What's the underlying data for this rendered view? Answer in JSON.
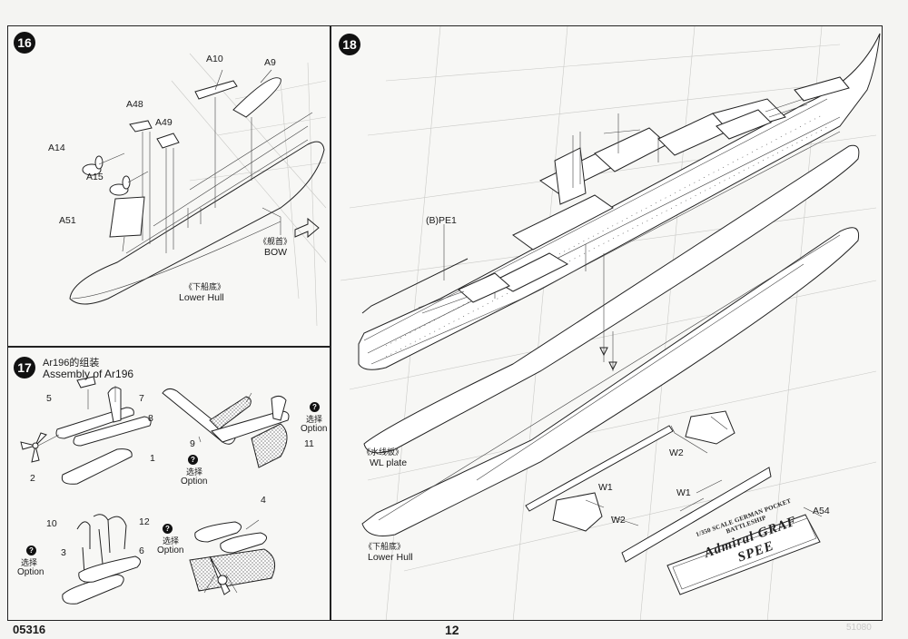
{
  "footer": {
    "kit_number": "05316",
    "page_number": "12",
    "faint_code": "51080"
  },
  "step16": {
    "number": "16",
    "parts": [
      "A10",
      "A9",
      "A48",
      "A49",
      "A14",
      "A15",
      "A51"
    ],
    "bow_zh": "《舰首》",
    "bow_en": "BOW",
    "hull_zh": "《下船底》",
    "hull_en": "Lower Hull"
  },
  "step17": {
    "number": "17",
    "title_zh": "Ar196的组装",
    "title_en": "Assembly of Ar196",
    "parts": [
      "5",
      "7",
      "8",
      "1",
      "2",
      "9",
      "11",
      "10",
      "12",
      "3",
      "6",
      "4"
    ],
    "option_zh": "选择",
    "option_en": "Option",
    "option_badge": "?"
  },
  "step18": {
    "number": "18",
    "pe_part": "(B)PE1",
    "wl_zh": "《水线板》",
    "wl_en": "WL plate",
    "hull_zh": "《下船底》",
    "hull_en": "Lower Hull",
    "parts": [
      "W2",
      "W1",
      "W2",
      "W1",
      "A54"
    ],
    "nameplate_top": "1/350 SCALE GERMAN POCKET BATTLESHIP",
    "nameplate_main": "Admiral GRAF SPEE"
  }
}
